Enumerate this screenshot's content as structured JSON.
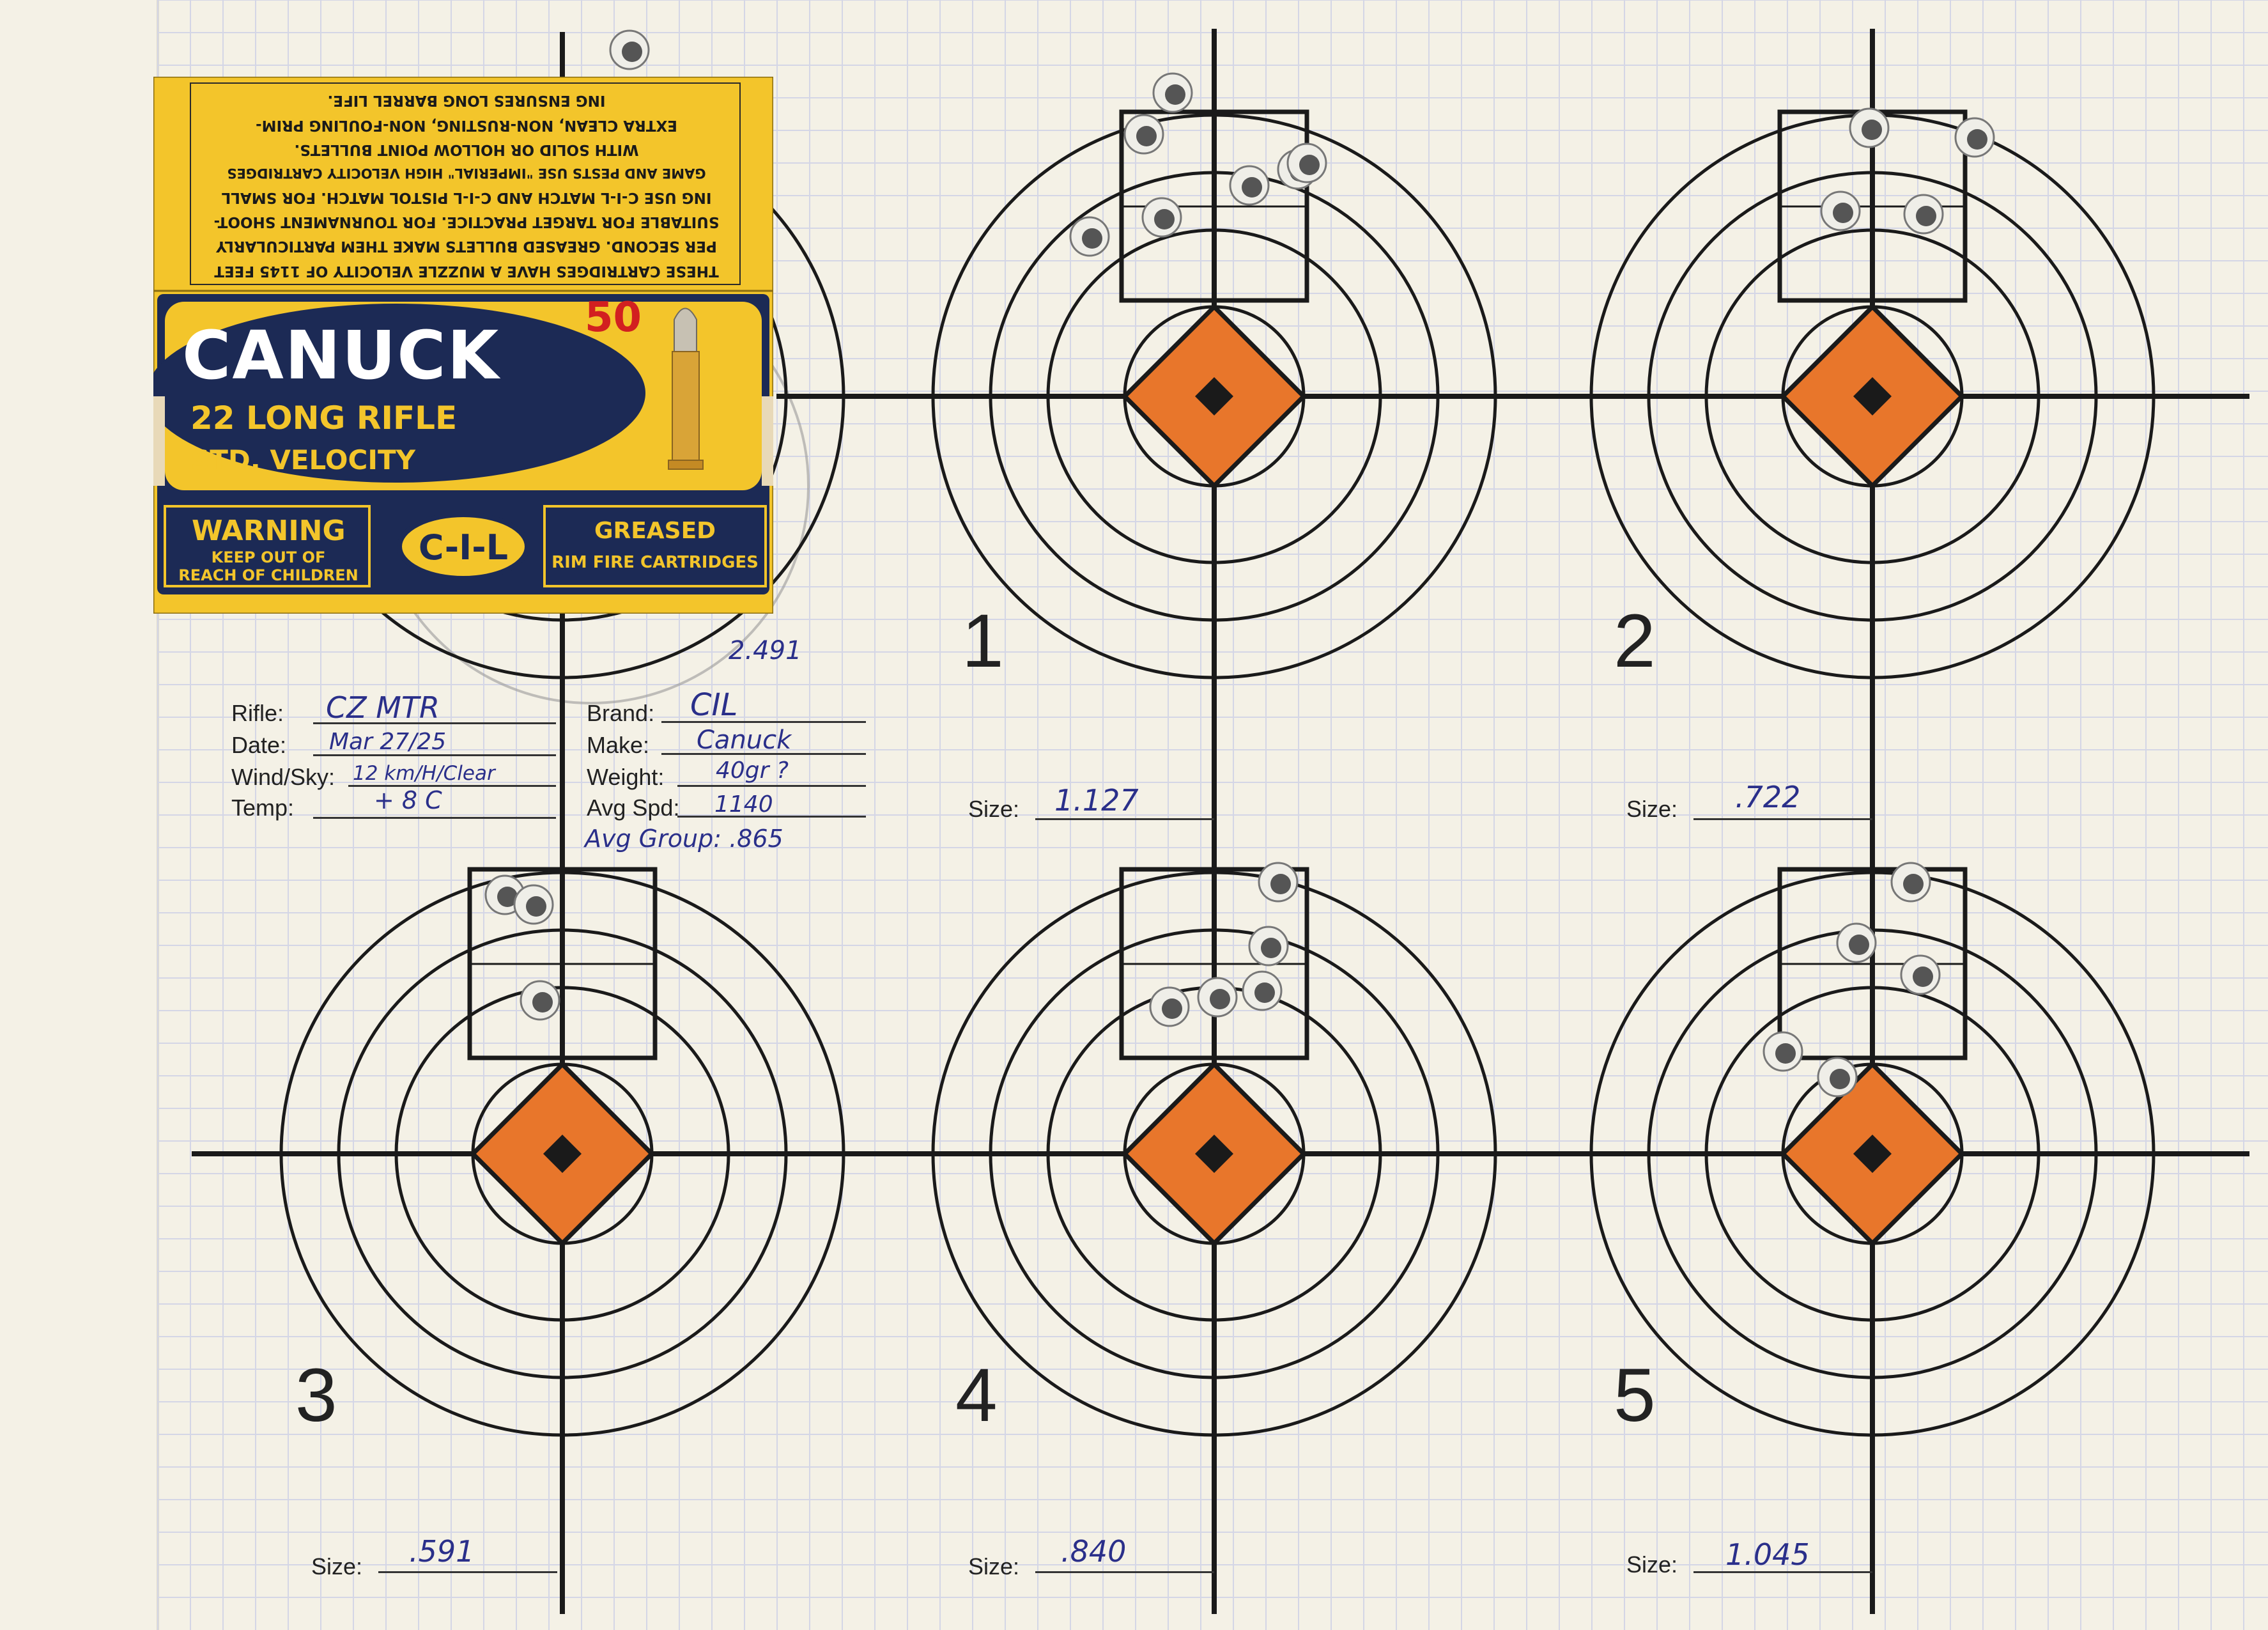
{
  "colors": {
    "paper": "#f4f1e6",
    "grid": "#d4d6e6",
    "ink": "#1a1a1a",
    "target_orange": "#e8762b",
    "pen_blue": "#2a2f8a",
    "box_yellow": "#f3c52b",
    "box_navy": "#1c2a55",
    "box_red": "#d22020"
  },
  "ammo_box": {
    "count": "50",
    "brand": "CANUCK",
    "caliber": "22 LONG RIFLE",
    "velocity": "STD. VELOCITY",
    "warning_title": "WARNING",
    "warning_line1": "KEEP OUT OF",
    "warning_line2": "REACH OF CHILDREN",
    "maker_logo": "C-I-L",
    "greased": "GREASED",
    "rimfire": "RIM FIRE CARTRIDGES",
    "flap_lines": [
      "THESE CARTRIDGES HAVE A MUZZLE VELOCITY OF 1145 FEET",
      "PER SECOND. GREASED BULLETS MAKE THEM PARTICULARLY",
      "SUITABLE FOR TARGET PRACTICE. FOR TOURNAMENT SHOOT-",
      "ING USE C-I-L MATCH AND C-I-L PISTOL MATCH. FOR SMALL",
      "GAME AND PESTS USE \"IMPERIAL\" HIGH VELOCITY CARTRIDGES",
      "WITH SOLID OR HOLLOW POINT BULLETS.",
      "EXTRA CLEAN, NON-RUSTING, NON-FOULING PRIM-",
      "ING ENSURES LONG BARREL LIFE."
    ]
  },
  "info_form": {
    "total": "2.491",
    "rifle_label": "Rifle:",
    "rifle_value": "CZ MTR",
    "date_label": "Date:",
    "date_value": "Mar 27/25",
    "wind_label": "Wind/Sky:",
    "wind_value": "12 km/H/Clear",
    "temp_label": "Temp:",
    "temp_value": "+ 8 C",
    "brand_label": "Brand:",
    "brand_value": "CIL",
    "make_label": "Make:",
    "make_value": "Canuck",
    "weight_label": "Weight:",
    "weight_value": "40gr ?",
    "speed_label": "Avg Spd:",
    "speed_value": "1140",
    "avg_group": "Avg Group: .865"
  },
  "targets": [
    {
      "number": "1",
      "size_label": "Size:",
      "size_value": "1.127"
    },
    {
      "number": "2",
      "size_label": "Size:",
      "size_value": ".722"
    },
    {
      "number": "3",
      "size_label": "Size:",
      "size_value": ".591"
    },
    {
      "number": "4",
      "size_label": "Size:",
      "size_value": ".840"
    },
    {
      "number": "5",
      "size_label": "Size:",
      "size_value": "1.045"
    }
  ]
}
